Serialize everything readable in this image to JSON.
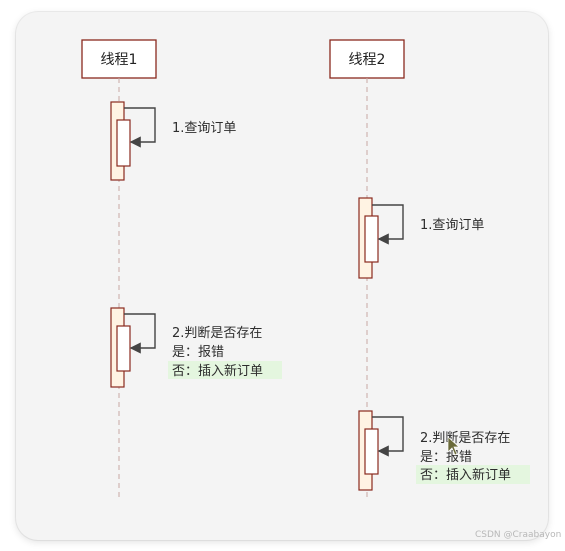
{
  "participants": [
    {
      "label": "线程1"
    },
    {
      "label": "线程2"
    }
  ],
  "thread1": {
    "step1": "1.查询订单",
    "step2": "2.判断是否存在",
    "step2_yes": "是：报错",
    "step2_no": "否：插入新订单"
  },
  "thread2": {
    "step1": "1.查询订单",
    "step2": "2.判断是否存在",
    "step2_yes": "是：报错",
    "step2_no": "否：插入新订单"
  },
  "watermark": "CSDN @Craabayon",
  "colors": {
    "box_border": "#8a2a1e",
    "activation_fill": "#fff3e3",
    "highlight": "#e4f6df"
  }
}
